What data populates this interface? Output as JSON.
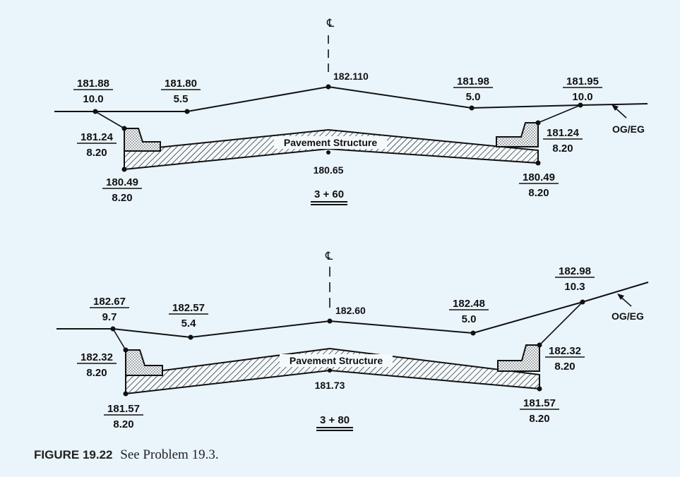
{
  "centerline_symbol": "℄",
  "og_label": "OG/EG",
  "pavement_label": "Pavement Structure",
  "sections": [
    {
      "station": "3 + 60",
      "centerline_elevation": "182.110",
      "subgrade_center_elevation": "180.65",
      "ground_points": [
        {
          "elev": "181.88",
          "offset": "10.0"
        },
        {
          "elev": "181.80",
          "offset": "5.5"
        },
        {
          "elev": "181.98",
          "offset": "5.0"
        },
        {
          "elev": "181.95",
          "offset": "10.0"
        }
      ],
      "left_top": {
        "elev": "181.24",
        "offset": "8.20"
      },
      "left_bottom": {
        "elev": "180.49",
        "offset": "8.20"
      },
      "right_top": {
        "elev": "181.24",
        "offset": "8.20"
      },
      "right_bottom": {
        "elev": "180.49",
        "offset": "8.20"
      }
    },
    {
      "station": "3 + 80",
      "centerline_elevation": "182.60",
      "subgrade_center_elevation": "181.73",
      "ground_points": [
        {
          "elev": "182.67",
          "offset": "9.7"
        },
        {
          "elev": "182.57",
          "offset": "5.4"
        },
        {
          "elev": "182.48",
          "offset": "5.0"
        },
        {
          "elev": "182.98",
          "offset": "10.3"
        }
      ],
      "left_top": {
        "elev": "182.32",
        "offset": "8.20"
      },
      "left_bottom": {
        "elev": "181.57",
        "offset": "8.20"
      },
      "right_top": {
        "elev": "182.32",
        "offset": "8.20"
      },
      "right_bottom": {
        "elev": "181.57",
        "offset": "8.20"
      }
    }
  ],
  "caption": {
    "number": "FIGURE 19.22",
    "text": "See Problem 19.3."
  }
}
